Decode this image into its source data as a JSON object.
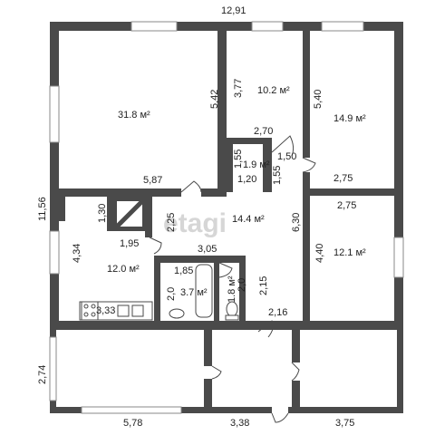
{
  "watermark": "etagi",
  "rooms": [
    {
      "id": "living-room",
      "area": "31.8 м²"
    },
    {
      "id": "bedroom-small",
      "area": "10.2 м²"
    },
    {
      "id": "bedroom-right",
      "area": "14.9 м²"
    },
    {
      "id": "closet",
      "area": "1.9 м²"
    },
    {
      "id": "hall",
      "area": "14.4 м²"
    },
    {
      "id": "bedroom-east",
      "area": "12.1 м²"
    },
    {
      "id": "kitchen",
      "area": "12.0 м²"
    },
    {
      "id": "bathroom",
      "area": "3.7 м²"
    },
    {
      "id": "toilet",
      "area": "1.8 м²"
    }
  ],
  "dimensions": {
    "top_width": "12,91",
    "left_height": "11,56",
    "living_right": "5,42",
    "living_bottom": "5,87",
    "small_bedroom_left": "3,77",
    "small_bedroom_bottom": "2,70",
    "right_bedroom_left": "5,40",
    "right_bedroom_bottom": "2,75",
    "closet_height": "1,55",
    "closet_width": "1,20",
    "closet_right": "1,50",
    "closet_right_side": "1,55",
    "stove_height": "1,30",
    "kitchen_width": "1,95",
    "kitchen_height": "4,34",
    "kitchen_side": "2,25",
    "bath_block_width": "3,05",
    "bath_width": "1,85",
    "bath_height": "2,0",
    "toilet_height": "2,0",
    "corridor_height": "2,15",
    "corridor_bottom": "2,16",
    "sink_counter": "3,33",
    "hall_height": "6,30",
    "east_top": "2,75",
    "east_height": "4,40",
    "porch_height": "2,74",
    "porch_left": "5,78",
    "porch_mid": "3,38",
    "porch_right": "3,75"
  }
}
